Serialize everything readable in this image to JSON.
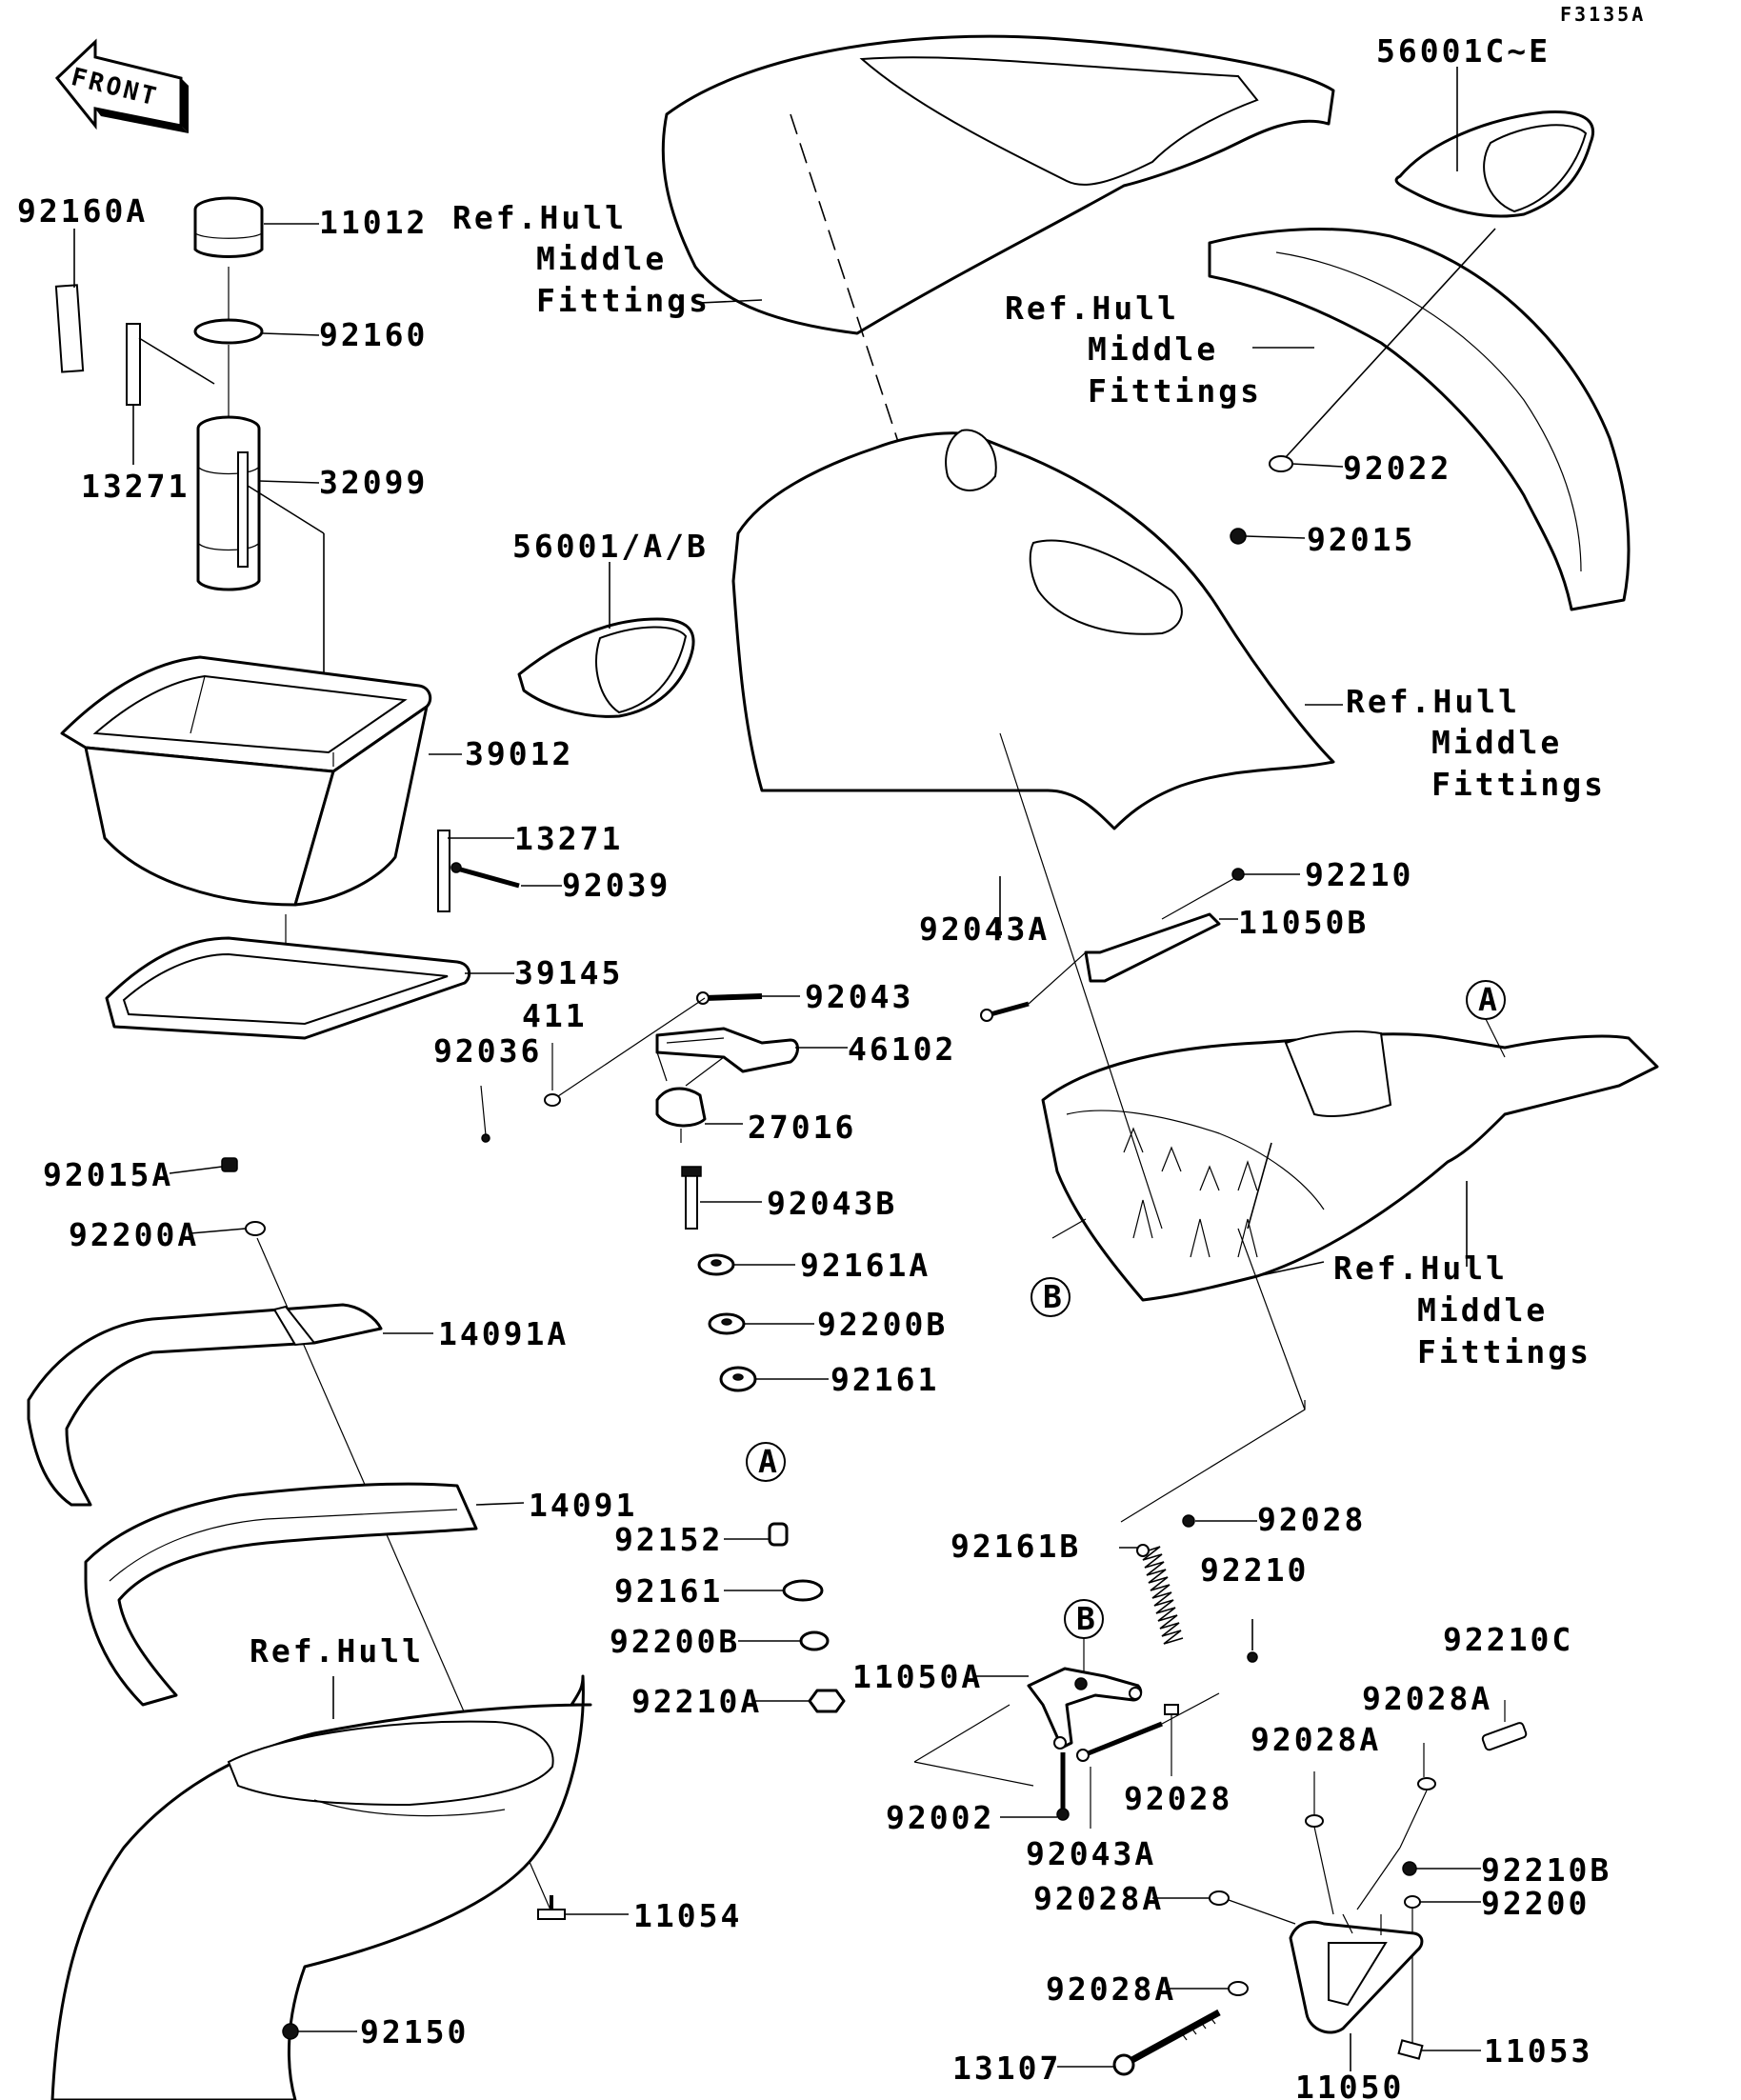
{
  "diagram_code": "F3135A",
  "front_label": "FRONT",
  "parts": {
    "p92160A": "92160A",
    "p11012": "11012",
    "p92160": "92160",
    "p13271a": "13271",
    "p32099": "32099",
    "p39012": "39012",
    "p13271b": "13271",
    "p92039": "92039",
    "p39145": "39145",
    "p56001AB": "56001/A/B",
    "p56001CE": "56001C~E",
    "p92022": "92022",
    "p92015": "92015",
    "p92210": "92210",
    "p11050B": "11050B",
    "p92043A": "92043A",
    "p92043": "92043",
    "p411": "411",
    "p92036": "92036",
    "p46102": "46102",
    "p27016": "27016",
    "p92015A": "92015A",
    "p92200A": "92200A",
    "p92043B": "92043B",
    "p92161A": "92161A",
    "p92200B": "92200B",
    "p92161": "92161",
    "p14091A": "14091A",
    "p14091": "14091",
    "p92152": "92152",
    "p92161b": "92161",
    "p92200Bb": "92200B",
    "p92210A": "92210A",
    "p11054": "11054",
    "p92150": "92150",
    "p92161B": "92161B",
    "p92028": "92028",
    "p92210b": "92210",
    "p92210C": "92210C",
    "p11050A": "11050A",
    "p92028A1": "92028A",
    "p92028A2": "92028A",
    "p92028b": "92028",
    "p92002": "92002",
    "p92043Ab": "92043A",
    "p92028A3": "92028A",
    "p92210B": "92210B",
    "p92200": "92200",
    "p92028A4": "92028A",
    "p11053": "11053",
    "p13107": "13107",
    "p11050": "11050"
  },
  "references": {
    "ref1": [
      "Ref.Hull",
      "Middle",
      "Fittings"
    ],
    "ref2": [
      "Ref.Hull",
      "Middle",
      "Fittings"
    ],
    "ref3": [
      "Ref.Hull",
      "Middle",
      "Fittings"
    ],
    "ref4": [
      "Ref.Hull",
      "Middle",
      "Fittings"
    ],
    "ref5": "Ref.Hull"
  },
  "callouts": {
    "A_top": "A",
    "A_mid": "A",
    "B_left": "B",
    "B_low": "B"
  }
}
